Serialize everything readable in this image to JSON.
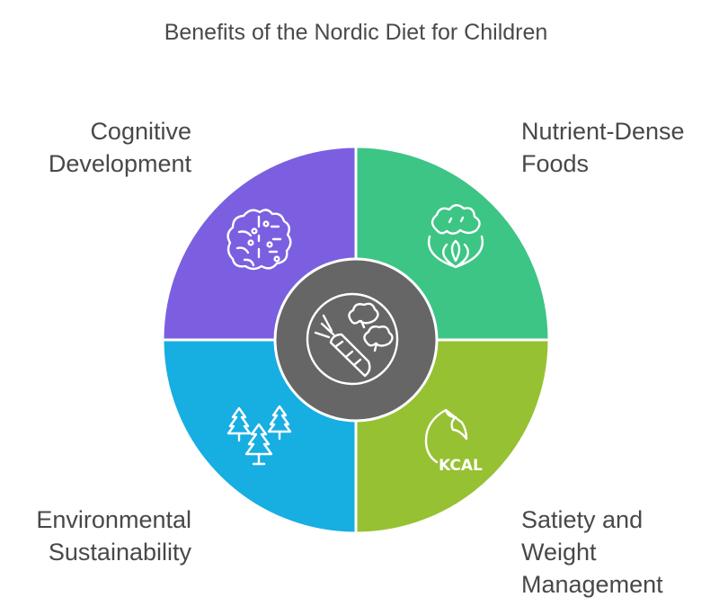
{
  "title": "Benefits of the Nordic Diet for Children",
  "center_icon": "vegetables-icon",
  "quadrants": [
    {
      "id": "cognitive",
      "lines": [
        "Cognitive",
        "Development"
      ],
      "color": "#7b5fe0",
      "icon": "brain-icon"
    },
    {
      "id": "nutrient",
      "lines": [
        "Nutrient-Dense",
        "Foods"
      ],
      "color": "#3dc585",
      "icon": "flower-icon"
    },
    {
      "id": "environment",
      "lines": [
        "Environmental",
        "Sustainability"
      ],
      "color": "#17aee2",
      "icon": "trees-icon"
    },
    {
      "id": "satiety",
      "lines": [
        "Satiety and",
        "Weight",
        "Management"
      ],
      "color": "#96c132",
      "icon": "kcal-flame-icon",
      "icon_text": "KCAL"
    }
  ],
  "center_color": "#666666"
}
